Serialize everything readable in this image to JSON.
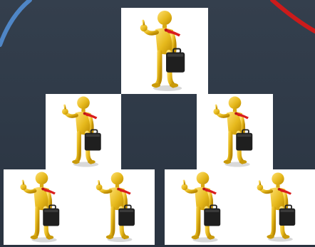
{
  "scene": {
    "background_color": "#2f3a48",
    "accent_left_arc_color": "#4f86c6",
    "accent_right_arc_color": "#cc1b1b",
    "tiles": [
      {
        "name": "top"
      },
      {
        "name": "middle-left"
      },
      {
        "name": "middle-right"
      },
      {
        "name": "bottom-1"
      },
      {
        "name": "bottom-2"
      },
      {
        "name": "bottom-3"
      },
      {
        "name": "bottom-4"
      }
    ],
    "figure": {
      "body_color": "#e6b91c",
      "body_shadow": "#b88700",
      "tie_color": "#d91d1d",
      "briefcase_color": "#1f1f1f"
    }
  }
}
